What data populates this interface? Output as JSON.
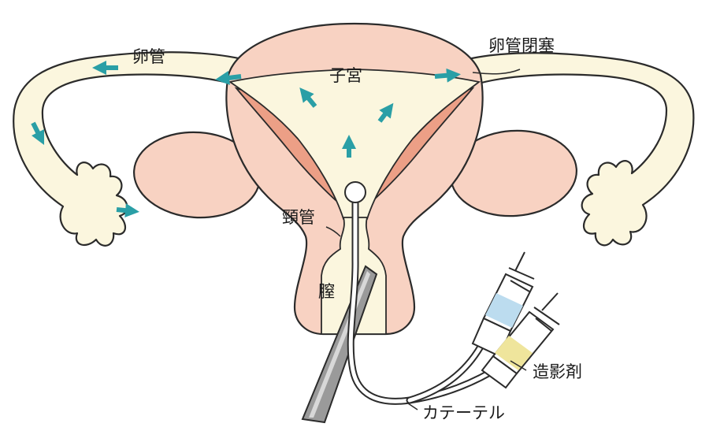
{
  "labels": {
    "fallopian_tube": "卵管",
    "uterus": "子宮",
    "tubal_occlusion": "卵管閉塞",
    "cervix": "頸管",
    "vagina": "膣",
    "contrast_agent": "造影剤",
    "catheter": "カテーテル"
  },
  "colors": {
    "outline": "#2b2b2b",
    "tissue": "#f8d2c2",
    "cavity": "#fbf6de",
    "muscle": "#ec9f86",
    "arrow": "#2a9fa6",
    "syringe_water": "#bcdcef",
    "contrast_agent": "#efe59c",
    "speculum": "#9a9a9a"
  }
}
